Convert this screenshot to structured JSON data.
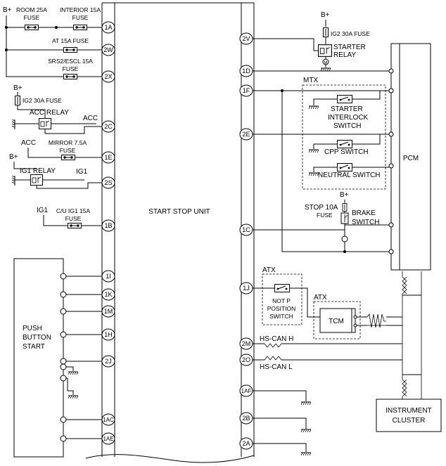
{
  "blocks": {
    "start_stop_unit": "START STOP UNIT",
    "push_button_start": [
      "PUSH",
      "BUTTON",
      "START"
    ],
    "pcm": "PCM",
    "tcm": "TCM",
    "instrument_cluster": [
      "INSTRUMENT",
      "CLUSTER"
    ]
  },
  "power": {
    "bplus": "B+",
    "acc": "ACC",
    "ig1": "IG1"
  },
  "fuses": {
    "room": [
      "ROOM 25A",
      "FUSE"
    ],
    "interior": [
      "INTERIOR 15A",
      "FUSE"
    ],
    "at": [
      "AT 15A FUSE"
    ],
    "srs": [
      "SRS2/ESCL 15A",
      "FUSE"
    ],
    "ig2_left": "IG2 30A FUSE",
    "mirror": [
      "MIRROR 7.5A",
      "FUSE"
    ],
    "cu_ig1": [
      "C/U IG1 15A",
      "FUSE"
    ],
    "ig2_right": "IG2 30A FUSE",
    "stop": [
      "STOP 10A",
      "FUSE"
    ]
  },
  "relays": {
    "acc_relay": "ACC RELAY",
    "ig1_relay": "IG1 RELAY",
    "starter_relay": [
      "STARTER",
      "RELAY"
    ]
  },
  "switches": {
    "mtx": "MTX",
    "starter_interlock": [
      "STARTER",
      "INTERLOCK",
      "SWITCH"
    ],
    "cpp": "CPP SWITCH",
    "neutral": "NEUTRAL SWITCH",
    "brake": [
      "BRAKE",
      "SWITCH"
    ],
    "atx": "ATX",
    "not_p": [
      "NOT P",
      "POSITION",
      "SWITCH"
    ],
    "atx2": "ATX"
  },
  "can": {
    "h": "HS-CAN H",
    "l": "HS-CAN L"
  },
  "pins_left": [
    "1A",
    "2W",
    "2X",
    "2C",
    "1E",
    "2S",
    "1B",
    "1I",
    "1K",
    "1M",
    "1H",
    "2J",
    "1AC",
    "1AE"
  ],
  "pins_right": [
    "2V",
    "1D",
    "1F",
    "2E",
    "1C",
    "1J",
    "2M",
    "2O",
    "1AF",
    "2B",
    "2A"
  ]
}
